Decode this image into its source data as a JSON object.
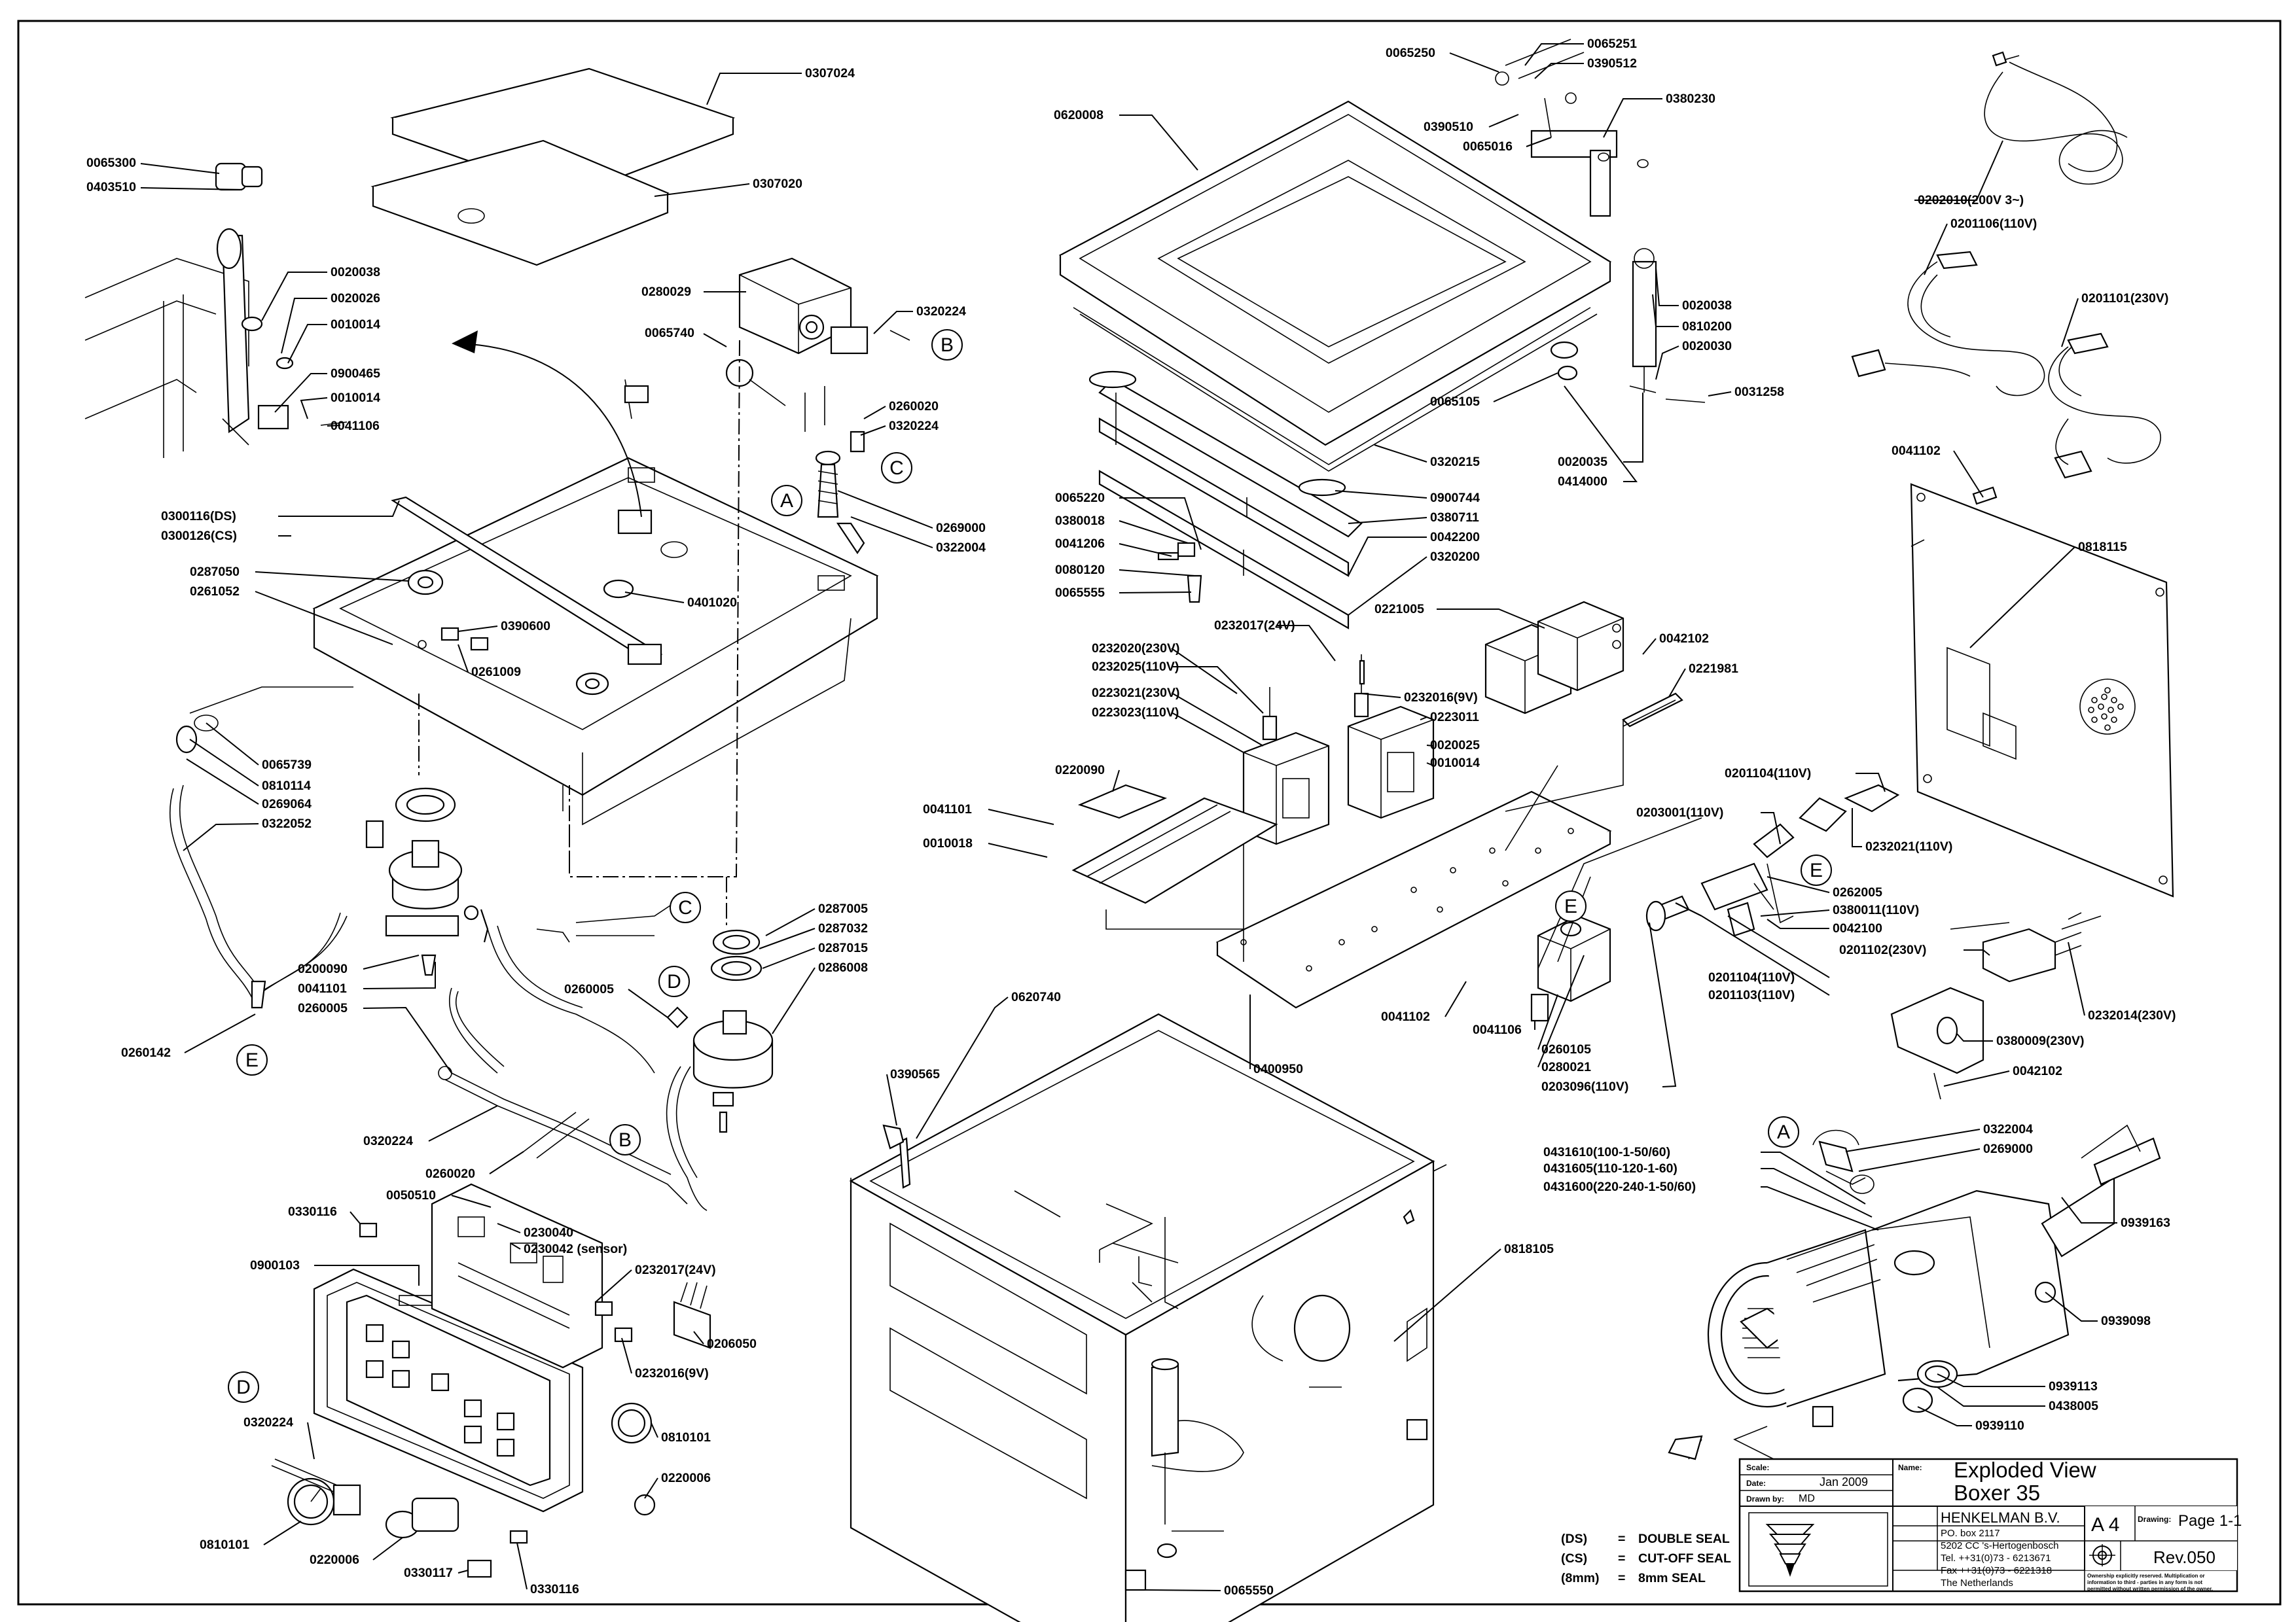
{
  "parts": [
    {
      "id": "p0307024",
      "label": "0307024"
    },
    {
      "id": "p0307020",
      "label": "0307020"
    },
    {
      "id": "p0065300",
      "label": "0065300"
    },
    {
      "id": "p0403510",
      "label": "0403510"
    },
    {
      "id": "p0020038a",
      "label": "0020038"
    },
    {
      "id": "p0020026",
      "label": "0020026"
    },
    {
      "id": "p0010014a",
      "label": "0010014"
    },
    {
      "id": "p0900465",
      "label": "0900465"
    },
    {
      "id": "p0010014b",
      "label": "0010014"
    },
    {
      "id": "p0041106a",
      "label": "0041106"
    },
    {
      "id": "p0280029",
      "label": "0280029"
    },
    {
      "id": "p0065740",
      "label": "0065740"
    },
    {
      "id": "p0320224a",
      "label": "0320224"
    },
    {
      "id": "p0260020a",
      "label": "0260020"
    },
    {
      "id": "p0320224b",
      "label": "0320224"
    },
    {
      "id": "p0269000a",
      "label": "0269000"
    },
    {
      "id": "p0322004a",
      "label": "0322004"
    },
    {
      "id": "p0300116",
      "label": "0300116(DS)"
    },
    {
      "id": "p0300126",
      "label": "0300126(CS)"
    },
    {
      "id": "p0287050",
      "label": "0287050"
    },
    {
      "id": "p0261052",
      "label": "0261052"
    },
    {
      "id": "p0401020",
      "label": "0401020"
    },
    {
      "id": "p0390600",
      "label": "0390600"
    },
    {
      "id": "p0261009",
      "label": "0261009"
    },
    {
      "id": "p0065739",
      "label": "0065739"
    },
    {
      "id": "p0810114",
      "label": "0810114"
    },
    {
      "id": "p0269064",
      "label": "0269064"
    },
    {
      "id": "p0322052",
      "label": "0322052"
    },
    {
      "id": "p0200090",
      "label": "0200090"
    },
    {
      "id": "p0041101a",
      "label": "0041101"
    },
    {
      "id": "p0260005a",
      "label": "0260005"
    },
    {
      "id": "p0260142",
      "label": "0260142"
    },
    {
      "id": "p0287005",
      "label": "0287005"
    },
    {
      "id": "p0287032",
      "label": "0287032"
    },
    {
      "id": "p0287015",
      "label": "0287015"
    },
    {
      "id": "p0286008",
      "label": "0286008"
    },
    {
      "id": "p0260005b",
      "label": "0260005"
    },
    {
      "id": "p0320224c",
      "label": "0320224"
    },
    {
      "id": "p0260020b",
      "label": "0260020"
    },
    {
      "id": "p0330116a",
      "label": "0330116"
    },
    {
      "id": "p0050510",
      "label": "0050510"
    },
    {
      "id": "p0230040",
      "label": "0230040"
    },
    {
      "id": "p0230042",
      "label": "0230042 (sensor)"
    },
    {
      "id": "p0232017b",
      "label": "0232017(24V)"
    },
    {
      "id": "p0900103",
      "label": "0900103"
    },
    {
      "id": "p0206050",
      "label": "0206050"
    },
    {
      "id": "p0232016b",
      "label": "0232016(9V)"
    },
    {
      "id": "p0320224d",
      "label": "0320224"
    },
    {
      "id": "p0810101a",
      "label": "0810101"
    },
    {
      "id": "p0220006a",
      "label": "0220006"
    },
    {
      "id": "p0810101b",
      "label": "0810101"
    },
    {
      "id": "p0220006b",
      "label": "0220006"
    },
    {
      "id": "p0330117",
      "label": "0330117"
    },
    {
      "id": "p0330116b",
      "label": "0330116"
    },
    {
      "id": "p0065250",
      "label": "0065250"
    },
    {
      "id": "p0065251",
      "label": "0065251"
    },
    {
      "id": "p0390512",
      "label": "0390512"
    },
    {
      "id": "p0620008",
      "label": "0620008"
    },
    {
      "id": "p0380230",
      "label": "0380230"
    },
    {
      "id": "p0390510",
      "label": "0390510"
    },
    {
      "id": "p0065016",
      "label": "0065016"
    },
    {
      "id": "p0020038b",
      "label": "0020038"
    },
    {
      "id": "p0810200",
      "label": "0810200"
    },
    {
      "id": "p0020030",
      "label": "0020030"
    },
    {
      "id": "p0065105",
      "label": "0065105"
    },
    {
      "id": "p0031258",
      "label": "0031258"
    },
    {
      "id": "p0320215",
      "label": "0320215"
    },
    {
      "id": "p0020035",
      "label": "0020035"
    },
    {
      "id": "p0414000",
      "label": "0414000"
    },
    {
      "id": "p0065220",
      "label": "0065220"
    },
    {
      "id": "p0900744",
      "label": "0900744"
    },
    {
      "id": "p0380018",
      "label": "0380018"
    },
    {
      "id": "p0380711",
      "label": "0380711"
    },
    {
      "id": "p0041206",
      "label": "0041206"
    },
    {
      "id": "p0042200",
      "label": "0042200"
    },
    {
      "id": "p0080120",
      "label": "0080120"
    },
    {
      "id": "p0320200",
      "label": "0320200"
    },
    {
      "id": "p0065555",
      "label": "0065555"
    },
    {
      "id": "p0232017a",
      "label": "0232017(24V)"
    },
    {
      "id": "p0221005",
      "label": "0221005"
    },
    {
      "id": "p0232020",
      "label": "0232020(230V)"
    },
    {
      "id": "p0232025",
      "label": "0232025(110V)"
    },
    {
      "id": "p0223021",
      "label": "0223021(230V)"
    },
    {
      "id": "p0223023",
      "label": "0223023(110V)"
    },
    {
      "id": "p0232016a",
      "label": "0232016(9V)"
    },
    {
      "id": "p0223011",
      "label": "0223011"
    },
    {
      "id": "p0042102a",
      "label": "0042102"
    },
    {
      "id": "p0221981",
      "label": "0221981"
    },
    {
      "id": "p0020025",
      "label": "0020025"
    },
    {
      "id": "p0010014c",
      "label": "0010014"
    },
    {
      "id": "p0220090",
      "label": "0220090"
    },
    {
      "id": "p0041101b",
      "label": "0041101"
    },
    {
      "id": "p0010018",
      "label": "0010018"
    },
    {
      "id": "p0041102a",
      "label": "0041102"
    },
    {
      "id": "p0041106b",
      "label": "0041106"
    },
    {
      "id": "p0400950",
      "label": "0400950"
    },
    {
      "id": "p0260105",
      "label": "0260105"
    },
    {
      "id": "p0280021",
      "label": "0280021"
    },
    {
      "id": "p0203096",
      "label": "0203096(110V)"
    },
    {
      "id": "p0202010",
      "label": "0202010(200V 3~)"
    },
    {
      "id": "p0201106",
      "label": "0201106(110V)"
    },
    {
      "id": "p0201101",
      "label": "0201101(230V)"
    },
    {
      "id": "p0041102b",
      "label": "0041102"
    },
    {
      "id": "p0818115",
      "label": "0818115"
    },
    {
      "id": "p0201104a",
      "label": "0201104(110V)"
    },
    {
      "id": "p0203001",
      "label": "0203001(110V)"
    },
    {
      "id": "p0232021",
      "label": "0232021(110V)"
    },
    {
      "id": "p0262005",
      "label": "0262005"
    },
    {
      "id": "p0380011",
      "label": "0380011(110V)"
    },
    {
      "id": "p0042100",
      "label": "0042100"
    },
    {
      "id": "p0201102",
      "label": "0201102(230V)"
    },
    {
      "id": "p0201104b",
      "label": "0201104(110V)"
    },
    {
      "id": "p0201103",
      "label": "0201103(110V)"
    },
    {
      "id": "p0232014",
      "label": "0232014(230V)"
    },
    {
      "id": "p0380009",
      "label": "0380009(230V)"
    },
    {
      "id": "p0042102b",
      "label": "0042102"
    },
    {
      "id": "p0620740",
      "label": "0620740"
    },
    {
      "id": "p0390565",
      "label": "0390565"
    },
    {
      "id": "p0818105",
      "label": "0818105"
    },
    {
      "id": "p0065550",
      "label": "0065550"
    },
    {
      "id": "p0322004b",
      "label": "0322004"
    },
    {
      "id": "p0269000b",
      "label": "0269000"
    },
    {
      "id": "p0431610",
      "label": "0431610(100-1-50/60)"
    },
    {
      "id": "p0431605",
      "label": "0431605(110-120-1-60)"
    },
    {
      "id": "p0431600",
      "label": "0431600(220-240-1-50/60)"
    },
    {
      "id": "p0939163",
      "label": "0939163"
    },
    {
      "id": "p0939098",
      "label": "0939098"
    },
    {
      "id": "p0939113",
      "label": "0939113"
    },
    {
      "id": "p0438005",
      "label": "0438005"
    },
    {
      "id": "p0939110",
      "label": "0939110"
    }
  ],
  "markers": [
    "A",
    "B",
    "C",
    "D",
    "E"
  ],
  "legend": [
    {
      "code": "(DS)",
      "eq": "=",
      "text": "DOUBLE SEAL"
    },
    {
      "code": "(CS)",
      "eq": "=",
      "text": "CUT-OFF SEAL"
    },
    {
      "code": "(8mm)",
      "eq": "=",
      "text": "8mm SEAL"
    }
  ],
  "title_block": {
    "scale_label": "Scale:",
    "date_label": "Date:",
    "date": "Jan 2009",
    "drawn_label": "Drawn by:",
    "drawn": "MD",
    "name_label": "Name:",
    "name_line1": "Exploded View",
    "name_line2": "Boxer 35",
    "company": "HENKELMAN B.V.",
    "address": [
      "PO. box 2117",
      "5202 CC 's-Hertogenbosch",
      "Tel. ++31(0)73 - 6213671",
      "Fax ++31(0)73 - 6221318",
      "The Netherlands"
    ],
    "size": "A 4",
    "drawing_label": "Drawing:",
    "drawing": "Page 1-1",
    "revision": "Rev.050",
    "copyright": [
      "Ownership explicitly reserved. Multiplication or",
      "information to third - parties in any form is not",
      "permitted without written permission of the owner."
    ]
  }
}
